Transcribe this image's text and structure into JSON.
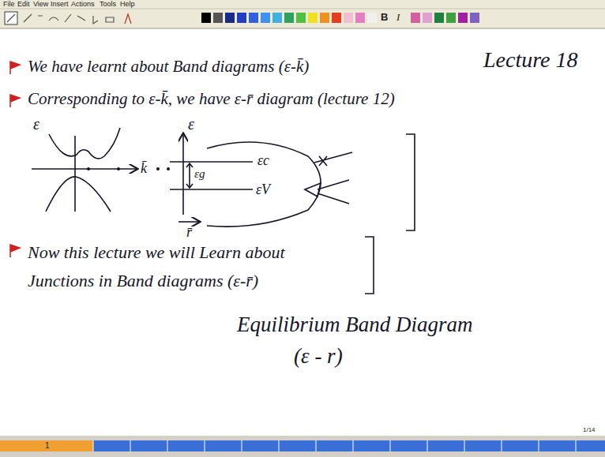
{
  "diagram": {
    "title": "Lecture 18",
    "labels": [
      "File",
      "Edit",
      "View",
      "Insert",
      "Actions",
      "Tools",
      "Help",
      "We have learnt about Band diagrams (ε-k̄)",
      "Corresponding to ε-k̄, we have ε-r̄ diagram (lecture 12)",
      "ε",
      "k̄",
      "ε",
      "εc",
      "εg",
      "εV",
      "r̄",
      "Now this lecture we will Learn about Junctions in Band diagrams (ε-r̄)",
      "Equilibrium Band Diagram",
      "(ε - r)",
      "1/14",
      "1",
      "B",
      "I"
    ]
  }
}
